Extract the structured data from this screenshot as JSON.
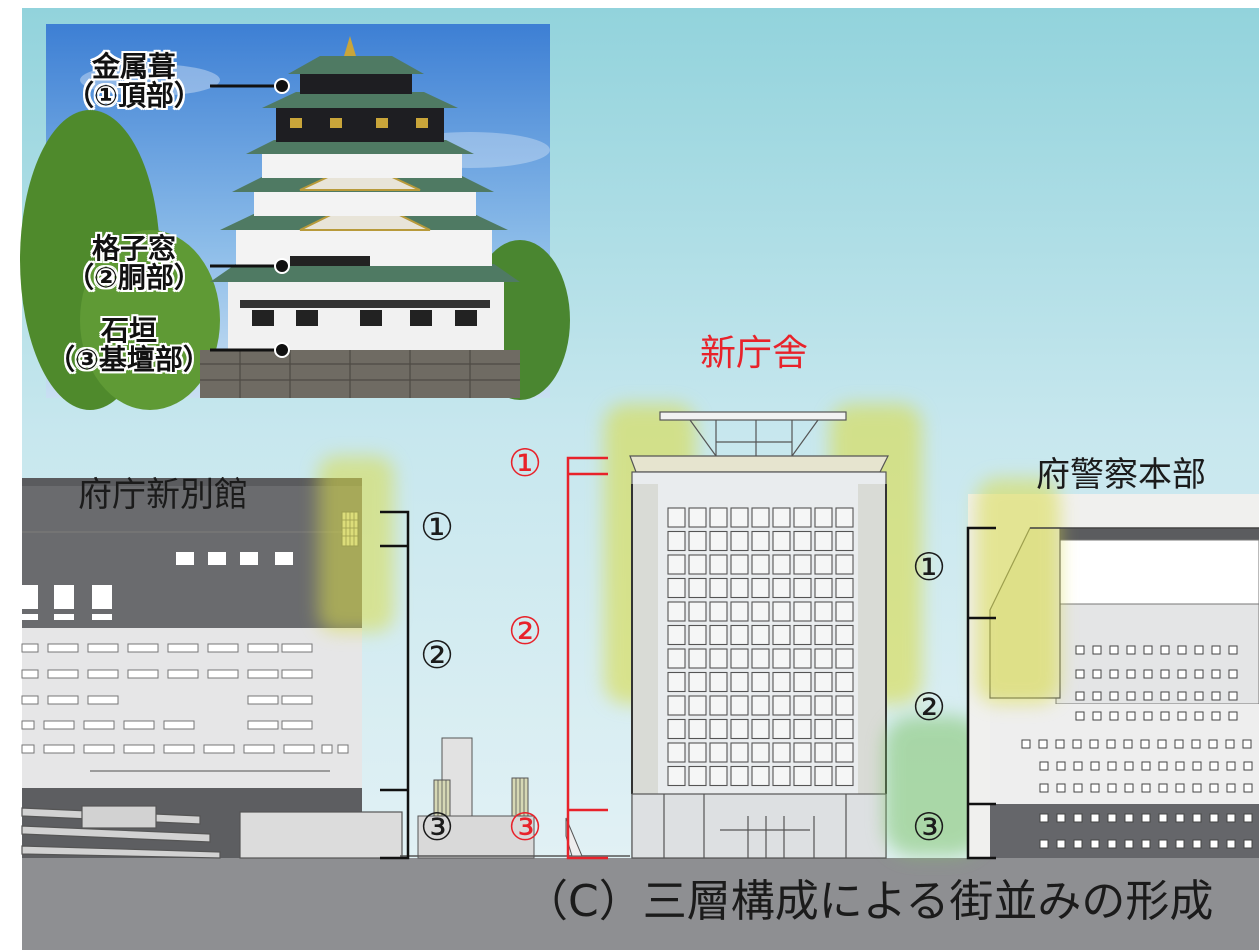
{
  "photo": {
    "callouts": [
      {
        "name": "金属葺",
        "part": "（①頂部）"
      },
      {
        "name": "格子窓",
        "part": "（②胴部）"
      },
      {
        "name": "石垣",
        "part": "（③基壇部）"
      }
    ]
  },
  "buildings": {
    "left": "府庁新別館",
    "center": "新庁舎",
    "right": "府警察本部"
  },
  "tiers": [
    "①",
    "②",
    "③"
  ],
  "caption": "（C）三層構成による街並みの形成",
  "colors": {
    "accent_red": "#e8222a",
    "highlight_yellow": "#d9dc4a",
    "highlight_green": "#7fc46a",
    "sky_top": "#92d3dc",
    "ground": "#8e8f92"
  }
}
